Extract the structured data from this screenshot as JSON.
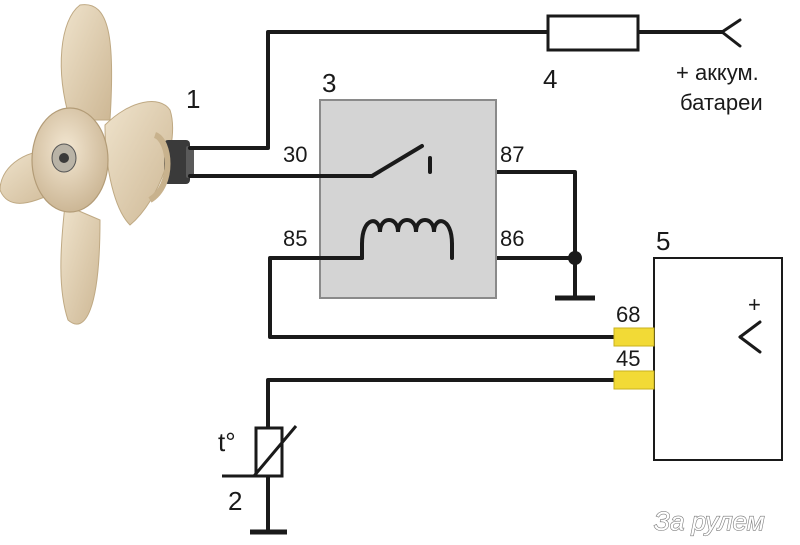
{
  "labels": {
    "fan": "1",
    "sensor": "2",
    "relay": "3",
    "fuse": "4",
    "controller": "5",
    "battery_line1": "+ аккум.",
    "battery_line2": "батареи",
    "temp_symbol": "t°",
    "plus": "+"
  },
  "relay_pins": {
    "p30": "30",
    "p87": "87",
    "p85": "85",
    "p86": "86"
  },
  "controller_pins": {
    "p68": "68",
    "p45": "45"
  },
  "watermark": "За рулем",
  "colors": {
    "wire": "#1a1a1a",
    "relay_body": "#d4d4d4",
    "connector": "#f2da36",
    "fan": "#e8d8bd"
  }
}
